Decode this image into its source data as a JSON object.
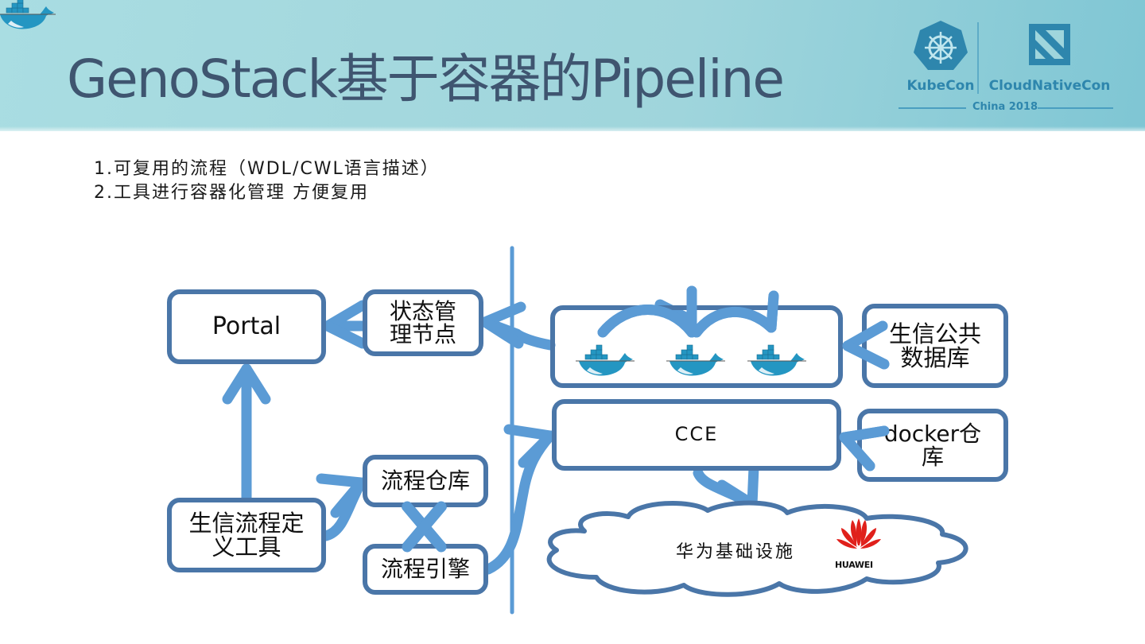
{
  "header": {
    "title": "GenoStack基于容器的Pipeline",
    "logos": {
      "kubecon": "KubeCon",
      "cloudnativecon": "CloudNativeCon",
      "event": "China 2018"
    }
  },
  "bullets": [
    "1.可复用的流程（WDL/CWL语言描述）",
    "2.工具进行容器化管理 方便复用"
  ],
  "diagram": {
    "colors": {
      "box_border": "#4a76a8",
      "arrow": "#5b9bd5",
      "huawei_red": "#e0201b"
    },
    "nodes": {
      "portal": {
        "label": "Portal"
      },
      "state_manager": {
        "line1": "状态管",
        "line2": "理节点"
      },
      "workflow_repo": {
        "label": "流程仓库"
      },
      "workflow_engine": {
        "label": "流程引擎"
      },
      "workflow_tool": {
        "line1": "生信流程定",
        "line2": "义工具"
      },
      "containers": {
        "icon": "docker-whale-icon",
        "count": 3
      },
      "cce": {
        "label": "CCE"
      },
      "public_db": {
        "line1": "生信公共",
        "line2": "数据库"
      },
      "docker_registry": {
        "line1": "docker仓",
        "line2": "库"
      },
      "infrastructure": {
        "label": "华为基础设施",
        "brand": "HUAWEI"
      }
    }
  }
}
